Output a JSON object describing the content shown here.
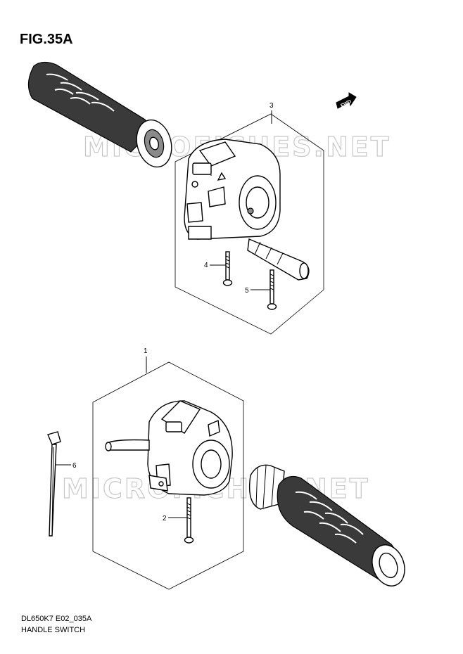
{
  "figure": {
    "title": "FIG.35A",
    "direction_marker": "FWD"
  },
  "watermarks": [
    "MICROFICHES.NET",
    "MICROFICHES.NET"
  ],
  "callouts": [
    "3",
    "4",
    "5",
    "1",
    "2",
    "6"
  ],
  "footer": {
    "code": "DL650K7 E02_035A",
    "caption": "HANDLE SWITCH"
  }
}
